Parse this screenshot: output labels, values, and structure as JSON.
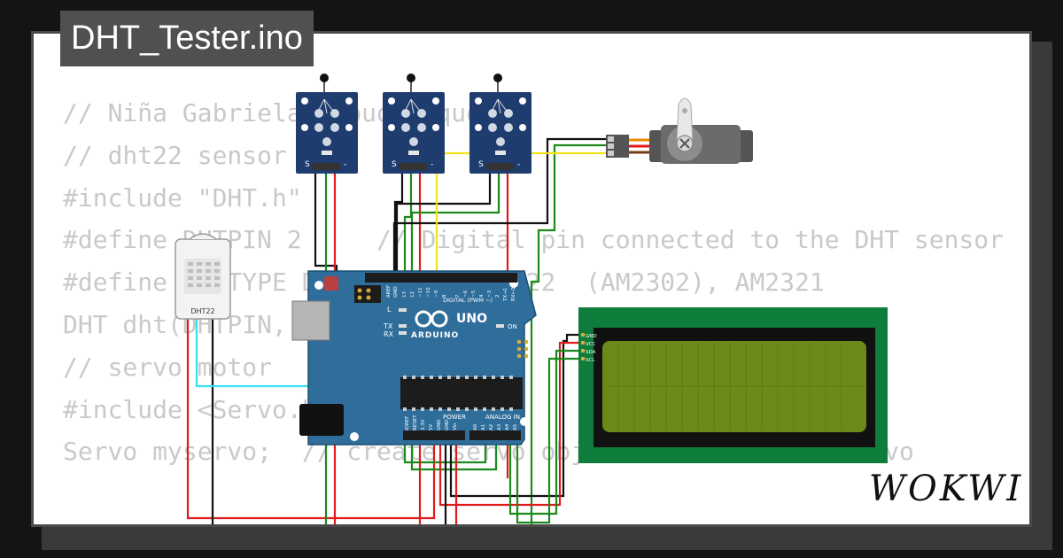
{
  "project": {
    "title": "DHT_Tester.ino",
    "brand": "WOKWI"
  },
  "code": {
    "lines": [
      "// Niña Gabriela Albuquerque",
      "",
      "// dht22 sensor",
      "#include \"DHT.h\"",
      "#define DHTPIN 2     // Digital pin connected to the DHT sensor",
      "#define DHTTYPE DHT22   // DHT 22  (AM2302), AM2321",
      "DHT dht(DHTPIN, DHTTYPE);",
      "",
      "// servo motor",
      "#include <Servo.h>",
      "Servo myservo;  // create servo object to control a servo"
    ]
  },
  "components": {
    "dht22": {
      "label": "DHT22"
    },
    "ntc_pin_labels": [
      "S",
      "-"
    ],
    "arduino": {
      "brand": "ARDUINO",
      "model": "UNO",
      "digital_header": "DIGITAL (PWM ~)",
      "power_header": "POWER",
      "analog_header": "ANALOG IN",
      "led_labels": [
        "L",
        "TX",
        "RX",
        "ON"
      ],
      "digital_pins": [
        "AREF",
        "GND",
        "13",
        "12",
        "~11",
        "~10",
        "~9",
        "8",
        "7",
        "~6",
        "~5",
        "4",
        "~3",
        "2",
        "TX→1",
        "RX←0"
      ],
      "power_pins": [
        "IOREF",
        "RESET",
        "3.3V",
        "5V",
        "GND",
        "GND",
        "Vin"
      ],
      "analog_pins": [
        "A0",
        "A1",
        "A2",
        "A3",
        "A4",
        "A5"
      ]
    },
    "lcd": {
      "pins": [
        "GND",
        "VCC",
        "SDA",
        "SCL"
      ]
    }
  },
  "colors": {
    "background": "#141414",
    "card": "#ffffff",
    "code_text": "#c9c9c9",
    "title_tab": "#505050",
    "arduino_blue": "#2f6d9b",
    "sensor_blue": "#1e3d6e",
    "lcd_green": "#0e7c3a",
    "lcd_screen": "#6b8a1a",
    "wire_red": "#e01b1b",
    "wire_black": "#111111",
    "wire_green": "#1a8a1a",
    "wire_yellow": "#f2e318",
    "wire_cyan": "#33dff2"
  }
}
